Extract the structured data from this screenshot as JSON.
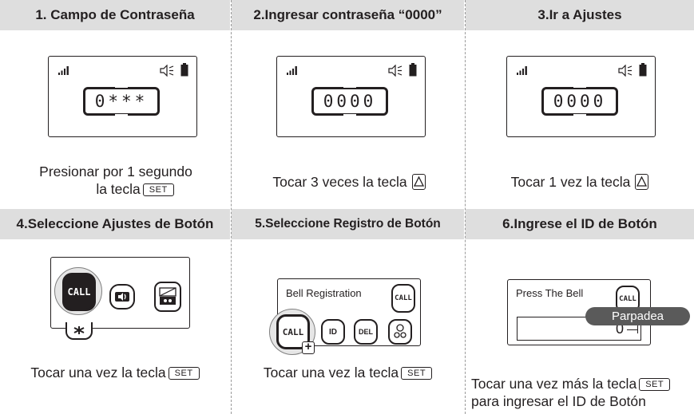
{
  "headers": [
    "1. Campo de Contraseña",
    "2.Ingresar contraseña “0000”",
    "3.Ir a Ajustes",
    "4.Seleccione Ajustes de Botón",
    "5.Seleccione Registro de Botón",
    "6.Ingrese el ID de Botón"
  ],
  "step1": {
    "password": "0***",
    "desc_line1": "Presionar por 1 segundo",
    "desc_line2": "la tecla",
    "key": "SET"
  },
  "step2": {
    "password": "0000",
    "desc": "Tocar 3 veces la tecla"
  },
  "step3": {
    "password": "0000",
    "desc": "Tocar 1 vez la tecla"
  },
  "step4": {
    "call_label": "CALL",
    "desc": "Tocar una vez la tecla",
    "key": "SET"
  },
  "step5": {
    "screen_title": "Bell Registration",
    "call_label": "CALL",
    "id_label": "ID",
    "del_label": "DEL",
    "desc": "Tocar una vez la tecla",
    "key": "SET"
  },
  "step6": {
    "screen_title": "Press The Bell",
    "call_label": "CALL",
    "badge": "Parpadea",
    "value": "0",
    "desc_line1": "Tocar una vez más la tecla",
    "key": "SET",
    "desc_line2": "para ingresar el ID de Botón"
  },
  "colors": {
    "header_bg": "#dedede",
    "text": "#231f20",
    "badge_bg": "#5a5a5a",
    "highlight": "#e6e6e6"
  }
}
